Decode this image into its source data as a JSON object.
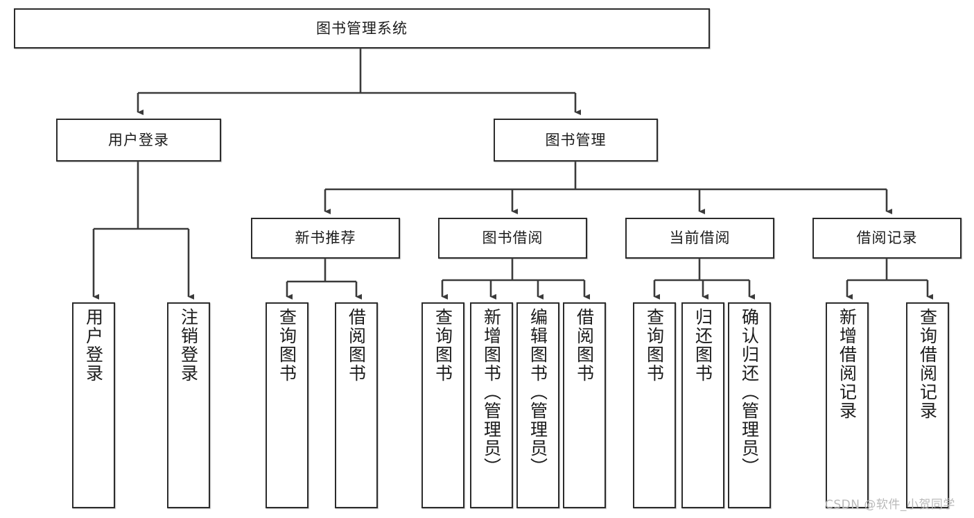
{
  "diagram": {
    "type": "tree-hierarchy",
    "title": "图书管理系统",
    "orientation": "top-down",
    "colors": {
      "box_border": "#2b2b2b",
      "box_fill": "#ffffff",
      "edge": "#3a3a3a",
      "text": "#1b1b1b",
      "watermark": "#b9b9b9"
    },
    "nodes": {
      "root": {
        "label": "图书管理系统",
        "level": 1
      },
      "user_login": {
        "label": "用户登录",
        "level": 2
      },
      "book_manage": {
        "label": "图书管理",
        "level": 2
      },
      "new_book_rec": {
        "label": "新书推荐",
        "level": 3
      },
      "book_borrow": {
        "label": "图书借阅",
        "level": 3
      },
      "current_borrow": {
        "label": "当前借阅",
        "level": 3
      },
      "borrow_record": {
        "label": "借阅记录",
        "level": 3
      },
      "leaf_user_login": {
        "label": "用户登录",
        "level": 3
      },
      "leaf_logout": {
        "label": "注销登录",
        "level": 3
      },
      "leaf_query_book_a": {
        "label": "查询图书",
        "level": 4
      },
      "leaf_borrow_book_a": {
        "label": "借阅图书",
        "level": 4
      },
      "leaf_query_book_b": {
        "label": "查询图书",
        "level": 4
      },
      "leaf_add_book": {
        "label": "新增图书（管理员）",
        "level": 4
      },
      "leaf_edit_book": {
        "label": "编辑图书（管理员）",
        "level": 4
      },
      "leaf_borrow_book_b": {
        "label": "借阅图书",
        "level": 4
      },
      "leaf_query_book_c": {
        "label": "查询图书",
        "level": 4
      },
      "leaf_return_book": {
        "label": "归还图书",
        "level": 4
      },
      "leaf_confirm_return": {
        "label": "确认归还（管理员）",
        "level": 4
      },
      "leaf_add_record": {
        "label": "新增借阅记录",
        "level": 4
      },
      "leaf_query_record": {
        "label": "查询借阅记录",
        "level": 4
      }
    },
    "edges": [
      {
        "from": "root",
        "to": "user_login"
      },
      {
        "from": "root",
        "to": "book_manage"
      },
      {
        "from": "user_login",
        "to": "leaf_user_login"
      },
      {
        "from": "user_login",
        "to": "leaf_logout"
      },
      {
        "from": "book_manage",
        "to": "new_book_rec"
      },
      {
        "from": "book_manage",
        "to": "book_borrow"
      },
      {
        "from": "book_manage",
        "to": "current_borrow"
      },
      {
        "from": "book_manage",
        "to": "borrow_record"
      },
      {
        "from": "new_book_rec",
        "to": "leaf_query_book_a"
      },
      {
        "from": "new_book_rec",
        "to": "leaf_borrow_book_a"
      },
      {
        "from": "book_borrow",
        "to": "leaf_query_book_b"
      },
      {
        "from": "book_borrow",
        "to": "leaf_add_book"
      },
      {
        "from": "book_borrow",
        "to": "leaf_edit_book"
      },
      {
        "from": "book_borrow",
        "to": "leaf_borrow_book_b"
      },
      {
        "from": "current_borrow",
        "to": "leaf_query_book_c"
      },
      {
        "from": "current_borrow",
        "to": "leaf_return_book"
      },
      {
        "from": "current_borrow",
        "to": "leaf_confirm_return"
      },
      {
        "from": "borrow_record",
        "to": "leaf_add_record"
      },
      {
        "from": "borrow_record",
        "to": "leaf_query_record"
      }
    ]
  },
  "watermark": {
    "text": "CSDN @软件_小贺同学"
  }
}
